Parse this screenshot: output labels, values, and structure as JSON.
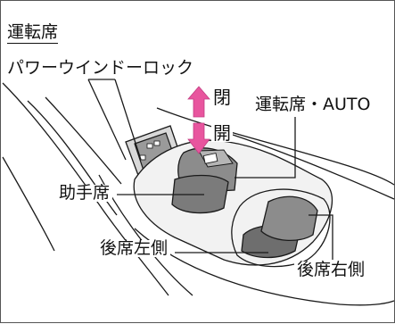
{
  "diagram": {
    "section_title": "運転席",
    "power_window_lock": "パワーウインドーロック",
    "driver_auto": "運転席・AUTO",
    "close": "閉",
    "open": "開",
    "passenger": "助手席",
    "rear_left": "後席左側",
    "rear_right": "後席右側"
  },
  "colors": {
    "line": "#1a1a1a",
    "switch_fill": "#8c8c8c",
    "switch_dark": "#6e6e6e",
    "lock_fill": "#9a9a9a",
    "arrow_pink": "#e8559e",
    "border": "#555555"
  }
}
